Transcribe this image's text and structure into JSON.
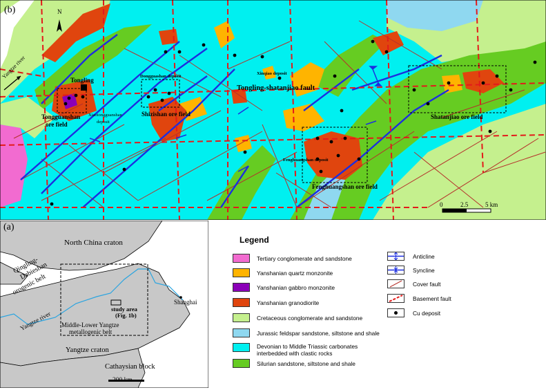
{
  "panel_b": {
    "label": "(b)",
    "north": "N",
    "scale_ticks": [
      "0",
      "2.5",
      "5 km"
    ],
    "labels": {
      "yangtze_river": "Yangtze river",
      "tongling": "Tongling",
      "tongguanshan": "Tongguanshan",
      "ore_field_1": "ore field",
      "xiaotongguanshan": "Xiaotongguanshan",
      "deposit_1": "deposit",
      "dongguashan": "Dongguashan deposit",
      "shizishan": "Shizishan ore field",
      "xinqiao": "Xinqiao deposit",
      "fault": "Tongling-shatanjiao fault",
      "shatanjiao": "Shatanjiao ore field",
      "fenghuangshan_deposit": "Fenghuangshan deposit",
      "fenghuangshan_field": "Fenghuangshan ore field"
    }
  },
  "panel_a": {
    "label": "(a)",
    "north_china": "North China craton",
    "qinling_1": "Qingling-",
    "qinling_2": "Dabieshan",
    "qinling_3": "orogenic belt",
    "yangtze_river": "Yangtze river",
    "study_area_1": "study area",
    "study_area_2": "(Fig. 1b)",
    "belt_1": "Middle-Lower Yangtze",
    "belt_2": "metallogenic belt",
    "shanghai": "Shanghai",
    "yangtze_craton": "Yangtze craton",
    "cathaysian": "Cathaysian block",
    "scale": "200 km"
  },
  "legend": {
    "title": "Legend",
    "units": [
      {
        "label": "Tertiary conglomerate and sandstone",
        "color": "#f26bd0"
      },
      {
        "label": "Yanshanian quartz monzonite",
        "color": "#ffb400"
      },
      {
        "label": "Yanshanian gabbro monzonite",
        "color": "#8b00b8"
      },
      {
        "label": "Yanshanian granodiorite",
        "color": "#e0450e"
      },
      {
        "label": "Cretaceous conglomerate and sandstone",
        "color": "#c5f08e"
      },
      {
        "label": "Jurassic feldspar sandstone, siltstone and shale",
        "color": "#8fd8f0"
      },
      {
        "label": "Devonian to Middle Triassic carbonates",
        "label2": "interbedded with clastic rocks",
        "color": "#00f0f0"
      },
      {
        "label": "Silurian sandstone, siltstone and shale",
        "color": "#66cc22"
      }
    ],
    "symbols": [
      {
        "label": "Anticline"
      },
      {
        "label": "Syncline"
      },
      {
        "label": "Cover fault"
      },
      {
        "label": "Basement fault"
      },
      {
        "label": "Cu deposit"
      }
    ]
  }
}
